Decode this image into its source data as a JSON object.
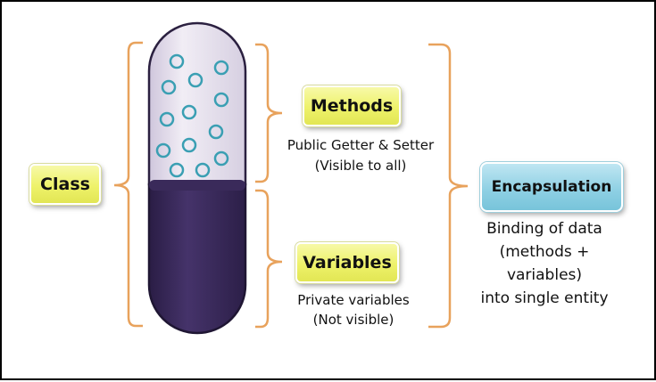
{
  "nodes": {
    "class_label": "Class",
    "methods_label": "Methods",
    "variables_label": "Variables",
    "encapsulation_label": "Encapsulation"
  },
  "methods_note": [
    "Public Getter & Setter",
    "(Visible to all)"
  ],
  "variables_note": [
    "Private variables",
    "(Not visible)"
  ],
  "encapsulation_note": [
    "Binding of data",
    "(methods +",
    "variables)",
    "into single entity"
  ],
  "colors": {
    "bracket": "#e8a25c",
    "capsule_top": "#e4deeb",
    "capsule_bottom": "#3a2a5a",
    "granule": "#3a9fb3",
    "label_yellow": "#eef26a",
    "label_blue": "#8ccfe3"
  },
  "icons": [
    "capsule-icon",
    "granule-icon",
    "curly-brace-icon"
  ]
}
